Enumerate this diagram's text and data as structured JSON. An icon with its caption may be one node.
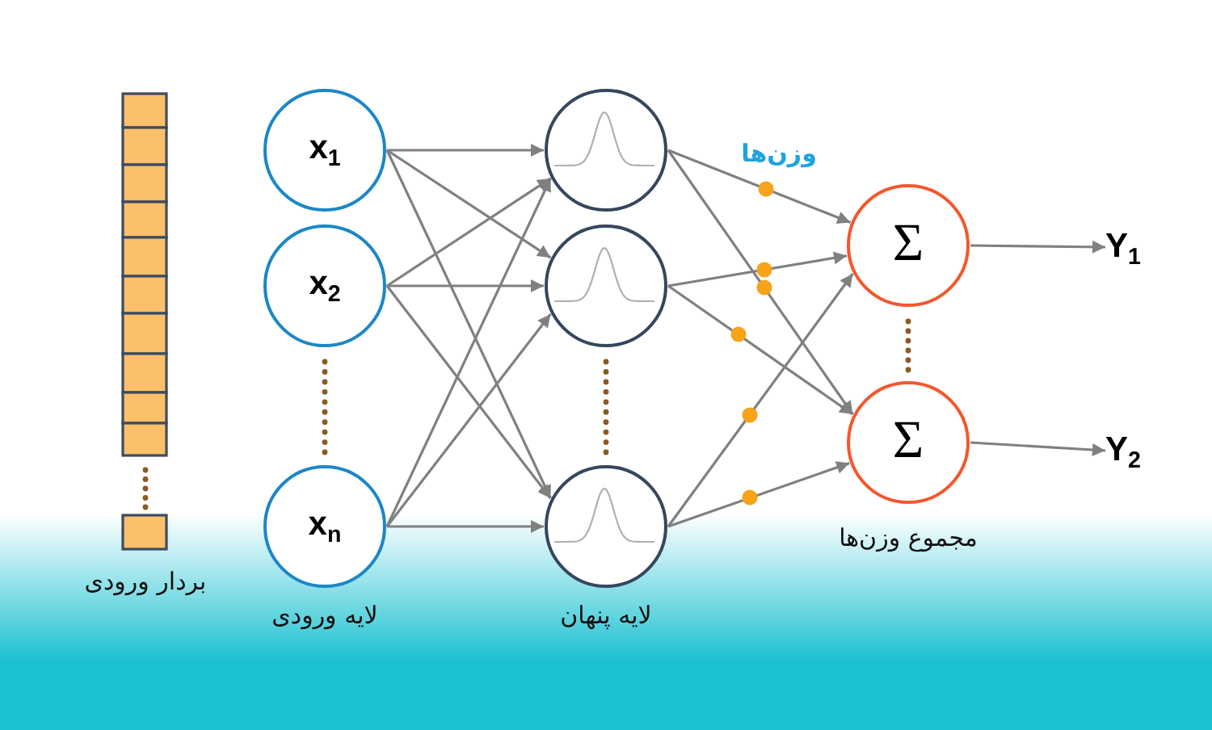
{
  "diagram": {
    "nodes": [
      {
        "text": [
          "x$_{1}$"
        ]
      },
      {
        "text": [
          "x$_{2}$"
        ]
      },
      {
        "text": [
          "x$_{n}$"
        ]
      },
      {
        "text": [],
        "shape": "circle"
      },
      {
        "text": [],
        "shape": "circle"
      },
      {
        "text": [],
        "shape": "circle"
      },
      {
        "text": [
          "Σ"
        ]
      },
      {
        "text": [
          "Σ"
        ]
      },
      {
        "text": [
          "Y$_{1}$"
        ]
      },
      {
        "text": [
          "Y$_{2}$"
        ]
      }
    ],
    "edges": [
      {
        "from": 0,
        "to": 3,
        "arrow": "to"
      },
      {
        "from": 0,
        "to": 4,
        "arrow": "to"
      },
      {
        "from": 0,
        "to": 5,
        "arrow": "to"
      },
      {
        "from": 1,
        "to": 3,
        "arrow": "to"
      },
      {
        "from": 1,
        "to": 4,
        "arrow": "to"
      },
      {
        "from": 1,
        "to": 5,
        "arrow": "to"
      },
      {
        "from": 2,
        "to": 3,
        "arrow": "to"
      },
      {
        "from": 2,
        "to": 4,
        "arrow": "to"
      },
      {
        "from": 2,
        "to": 5,
        "arrow": "to"
      },
      {
        "from": 3,
        "to": 6,
        "arrow": "to"
      },
      {
        "from": 3,
        "to": 7,
        "arrow": "to"
      },
      {
        "from": 4,
        "to": 6,
        "arrow": "to"
      },
      {
        "from": 4,
        "to": 7,
        "arrow": "to"
      },
      {
        "from": 5,
        "to": 6,
        "arrow": "to"
      },
      {
        "from": 5,
        "to": 7,
        "arrow": "to"
      },
      {
        "from": 6,
        "to": 8,
        "arrow": "to"
      },
      {
        "from": 7,
        "to": 9,
        "arrow": "to"
      }
    ],
    "labels": [
      "وزن‌ها",
      "مجموع وزن‌ها",
      "بردار ورودی",
      "لایه ورودی",
      "لایه پنهان"
    ]
  }
}
